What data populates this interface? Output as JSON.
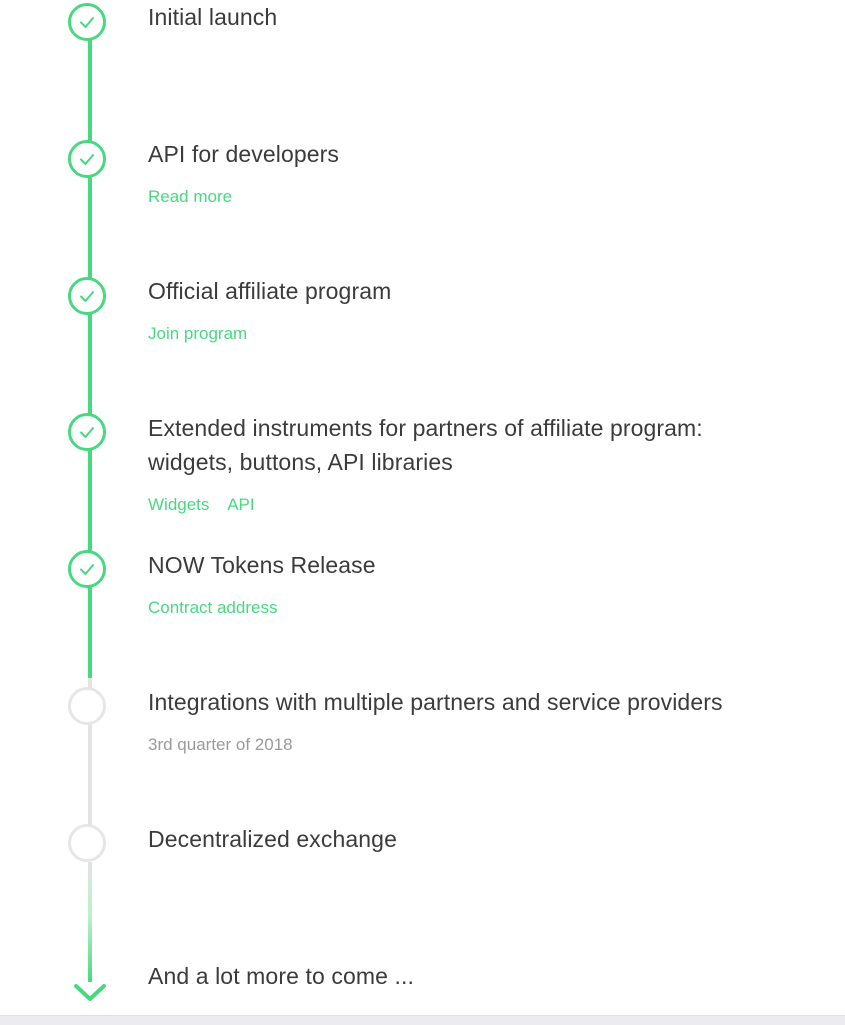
{
  "timeline": {
    "milestones": [
      {
        "title": "Initial launch",
        "status": "done"
      },
      {
        "title": "API for developers",
        "status": "done",
        "links": [
          "Read more"
        ]
      },
      {
        "title": "Official affiliate program",
        "status": "done",
        "links": [
          "Join program"
        ]
      },
      {
        "title": "Extended instruments for partners of affiliate program: widgets, buttons, API libraries",
        "status": "done",
        "links": [
          "Widgets",
          "API"
        ]
      },
      {
        "title": "NOW Tokens Release",
        "status": "done",
        "links": [
          "Contract address"
        ]
      },
      {
        "title": "Integrations with multiple partners and service providers",
        "status": "pending",
        "note": "3rd quarter of 2018"
      },
      {
        "title": "Decentralized exchange",
        "status": "pending"
      }
    ],
    "footer_text": "And a lot more to come ...",
    "icons": {
      "done": "check-icon",
      "end": "chevron-down-icon"
    },
    "colors": {
      "accent": "#48d980",
      "pending": "#e3e3e3",
      "text": "#3b3b3b",
      "muted": "#9a9a9a"
    }
  }
}
